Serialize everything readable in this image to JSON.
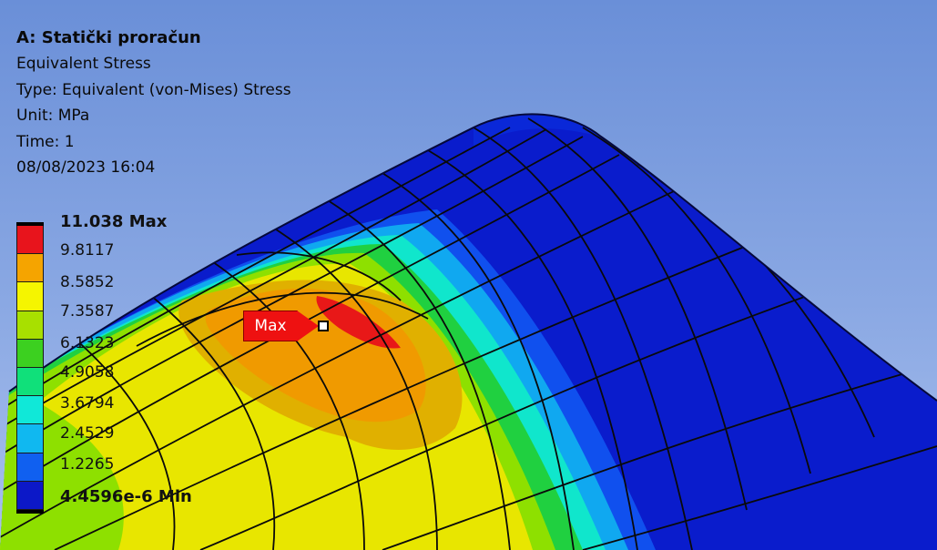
{
  "header": {
    "title": "A: Statički proračun",
    "result": "Equivalent Stress",
    "type": "Type: Equivalent (von-Mises) Stress",
    "unit": "Unit: MPa",
    "time": "Time: 1",
    "date": "08/08/2023 16:04"
  },
  "legend": {
    "labels": [
      "11.038 Max",
      "9.8117",
      "8.5852",
      "7.3587",
      "6.1323",
      "4.9058",
      "3.6794",
      "2.4529",
      "1.2265",
      "4.4596e-6 Min"
    ],
    "colors": [
      "#e8141c",
      "#f5a400",
      "#f5f500",
      "#a8e000",
      "#3cd020",
      "#10e07a",
      "#10e8d8",
      "#10b8f0",
      "#1060f0",
      "#0c18c8"
    ]
  },
  "probe": {
    "label": "Max"
  },
  "colors": {
    "background_top": "#6a8fd8",
    "background_bottom": "#a9c0ee",
    "mesh_lines": "#0a0a0a",
    "shell_side": "#0a18a0"
  }
}
